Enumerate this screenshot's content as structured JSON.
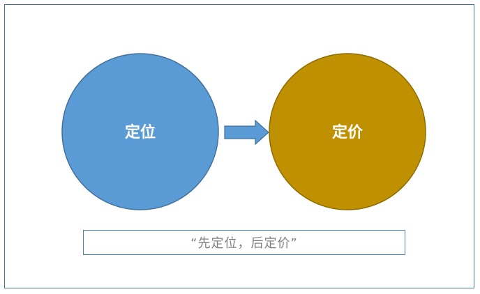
{
  "diagram": {
    "left_node": {
      "label": "定位",
      "color": "#5b9bd5",
      "stroke": "#41719c"
    },
    "right_node": {
      "label": "定价",
      "color": "#bf9000",
      "stroke": "#8f6c00"
    },
    "arrow": {
      "color": "#5b9bd5",
      "stroke": "#41719c"
    },
    "caption": "“先定位，后定价”",
    "frame_color": "#41719c",
    "caption_border_color": "#4a7ebb"
  }
}
